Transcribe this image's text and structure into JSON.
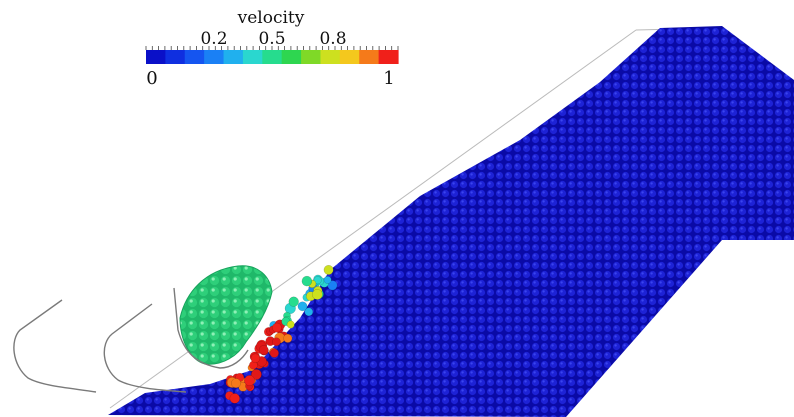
{
  "colorbar": {
    "title": "velocity",
    "tick_labels": [
      "0.2",
      "0.5",
      "0.8"
    ],
    "min_label": "0",
    "max_label": "1",
    "range": [
      0,
      1
    ],
    "colors": [
      "#0a10c8",
      "#0f2fe0",
      "#1555f0",
      "#1a80f5",
      "#20b0ee",
      "#2ad7cf",
      "#26dc8e",
      "#2ed650",
      "#7fd927",
      "#cde01f",
      "#f4c81d",
      "#f57a1a",
      "#f0201a"
    ]
  },
  "scene_colors": {
    "bulk_particles": "#0a0aa6",
    "bulk_particles_light": "#1d22d6",
    "cutter_particles": "#2ecf7a",
    "cutter_particles_light": "#6fe9a4",
    "blade_outline": "#7a7a7a"
  }
}
